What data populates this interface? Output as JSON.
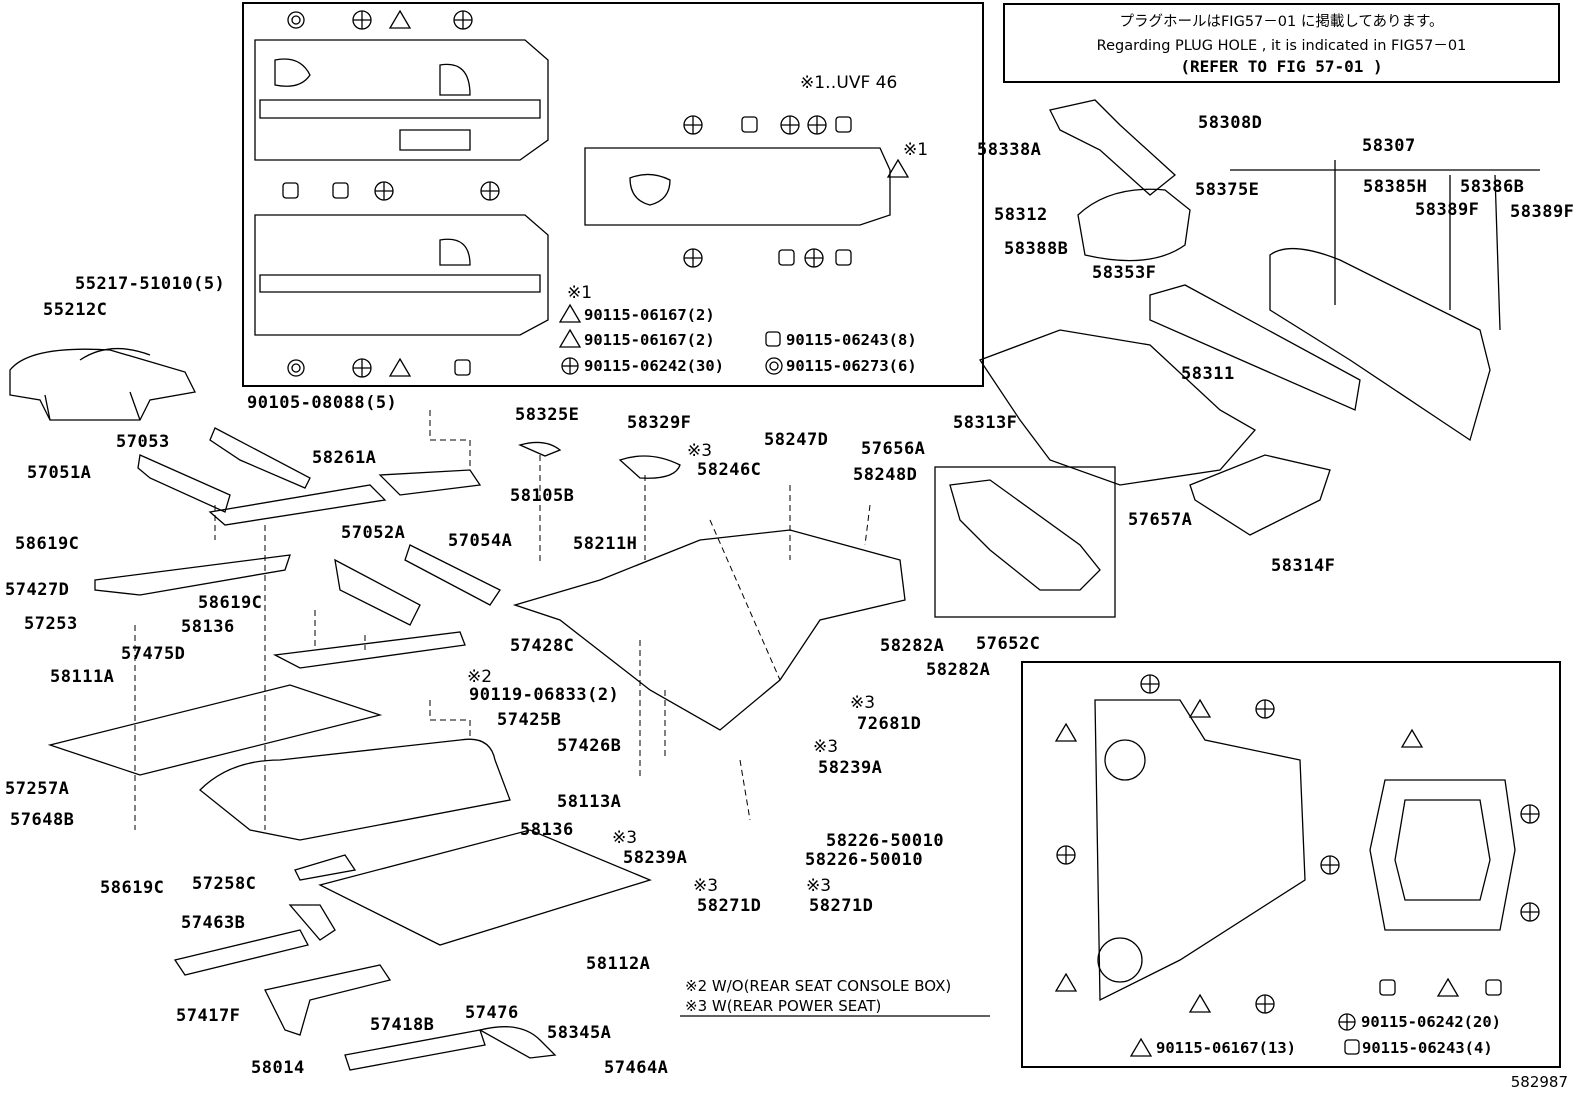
{
  "plug_note": {
    "line1": "プラグホールはFIG57－01 に掲載してあります。",
    "line2": "Regarding PLUG HOLE , it is indicated in FIG57－01",
    "line3": "(REFER TO FIG  57-01  )"
  },
  "inset_top": {
    "uvf_note": "※1‥UVF 46",
    "mark1a": "※1",
    "mark1b": "※1",
    "legend": [
      "90115-06167(2)",
      "90115-06167(2)",
      "90115-06243(8)",
      "90115-06242(30)",
      "90115-06273(6)"
    ]
  },
  "inset_bottom": {
    "legend": [
      "90115-06242(20)",
      "90115-06167(13)",
      "90115-06243(4)"
    ]
  },
  "notes": {
    "n2": "※2  W/O(REAR SEAT CONSOLE BOX)",
    "n3": "※3  W(REAR POWER SEAT)",
    "mk2a": "※2",
    "mk3a": "※3",
    "mk3b": "※3",
    "mk3c": "※3",
    "mk3d": "※3",
    "mk3e": "※3",
    "mk3f": "※3"
  },
  "labels": {
    "p55217": "55217-51010(5)",
    "p55212C": "55212C",
    "p90105": "90105-08088(5)",
    "p57053": "57053",
    "p57051A": "57051A",
    "p58261A": "58261A",
    "p58105B": "58105B",
    "p58325E": "58325E",
    "p58329F": "58329F",
    "p58247D": "58247D",
    "p58246C": "58246C",
    "p57656A": "57656A",
    "p58248D": "58248D",
    "p58619C_1": "58619C",
    "p57427D": "57427D",
    "p57052A": "57052A",
    "p57054A": "57054A",
    "p58211H": "58211H",
    "p58619C_2": "58619C",
    "p57253": "57253",
    "p58136_1": "58136",
    "p57428C": "57428C",
    "p57475D": "57475D",
    "p58111A": "58111A",
    "p90119": "90119-06833(2)",
    "p57425B": "57425B",
    "p57426B": "57426B",
    "p57257A": "57257A",
    "p58113A": "58113A",
    "p57648B": "57648B",
    "p58136_2": "58136",
    "p58239A_1": "58239A",
    "p58619C_3": "58619C",
    "p57258C": "57258C",
    "p57463B": "57463B",
    "p58112A": "58112A",
    "p57417F": "57417F",
    "p57476": "57476",
    "p58345A": "58345A",
    "p57418B": "57418B",
    "p58014": "58014",
    "p57464A": "57464A",
    "p58282A_1": "58282A",
    "p58282A_2": "58282A",
    "p72681D": "72681D",
    "p58239A_2": "58239A",
    "p58226_1": "58226-50010",
    "p58226_2": "58226-50010",
    "p58271D_1": "58271D",
    "p58271D_2": "58271D",
    "p58308D": "58308D",
    "p58338A": "58338A",
    "p58307": "58307",
    "p58375E": "58375E",
    "p58385H": "58385H",
    "p58386B": "58386B",
    "p58312": "58312",
    "p58389F_1": "58389F",
    "p58389F_2": "58389F",
    "p58388B": "58388B",
    "p58353F": "58353F",
    "p58311": "58311",
    "p58313F": "58313F",
    "p57657A": "57657A",
    "p58314F": "58314F",
    "p57652C": "57652C"
  },
  "figure_number": "582987"
}
